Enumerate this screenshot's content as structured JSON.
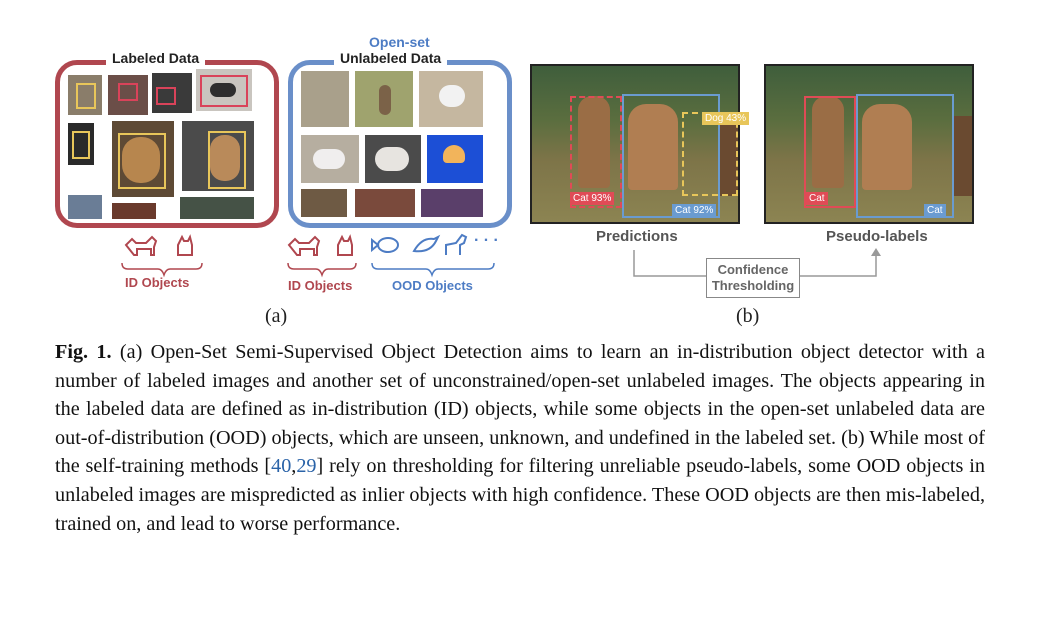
{
  "panel_a": {
    "labeled_title": "Labeled Data",
    "unlabeled_title_line1": "Open-set",
    "unlabeled_title_line2": "Unlabeled Data",
    "id_objects_label_1": "ID Objects",
    "id_objects_label_2": "ID Objects",
    "ood_objects_label": "OOD Objects",
    "ellipsis": "· · ·",
    "letter": "(a)"
  },
  "panel_b": {
    "predictions_label": "Predictions",
    "pseudo_labels_label": "Pseudo-labels",
    "threshold_line1": "Confidence",
    "threshold_line2": "Thresholding",
    "pred_box_cat": "Cat 93%",
    "pred_box_dog": "Dog 43%",
    "pred_box_cat2": "Cat 92%",
    "pseudo_box_cat": "Cat",
    "pseudo_box_cat2": "Cat",
    "letter": "(b)"
  },
  "caption": {
    "fig_label": "Fig. 1.",
    "text_before_cite": " (a) Open-Set Semi-Supervised Object Detection aims to learn an in-distribution object detector with a number of labeled images and another set of unconstrained/open-set unlabeled images. The objects appearing in the labeled data are defined as in-distribution (ID) objects, while some objects in the open-set unlabeled data are out-of-distribution (OOD) objects, which are unseen, unknown, and undefined in the labeled set. (b) While most of the self-training methods [",
    "cite_1": "40",
    "cite_sep": ",",
    "cite_2": "29",
    "text_after_cite": "] rely on thresholding for filtering unreliable pseudo-labels, some OOD objects in unlabeled images are mispredicted as inlier objects with high confidence. These OOD objects are then mis-labeled, trained on, and lead to worse performance."
  },
  "colors": {
    "id_red": "#b0474f",
    "ood_blue": "#6a8fc9",
    "cite_blue": "#2a63a8"
  }
}
